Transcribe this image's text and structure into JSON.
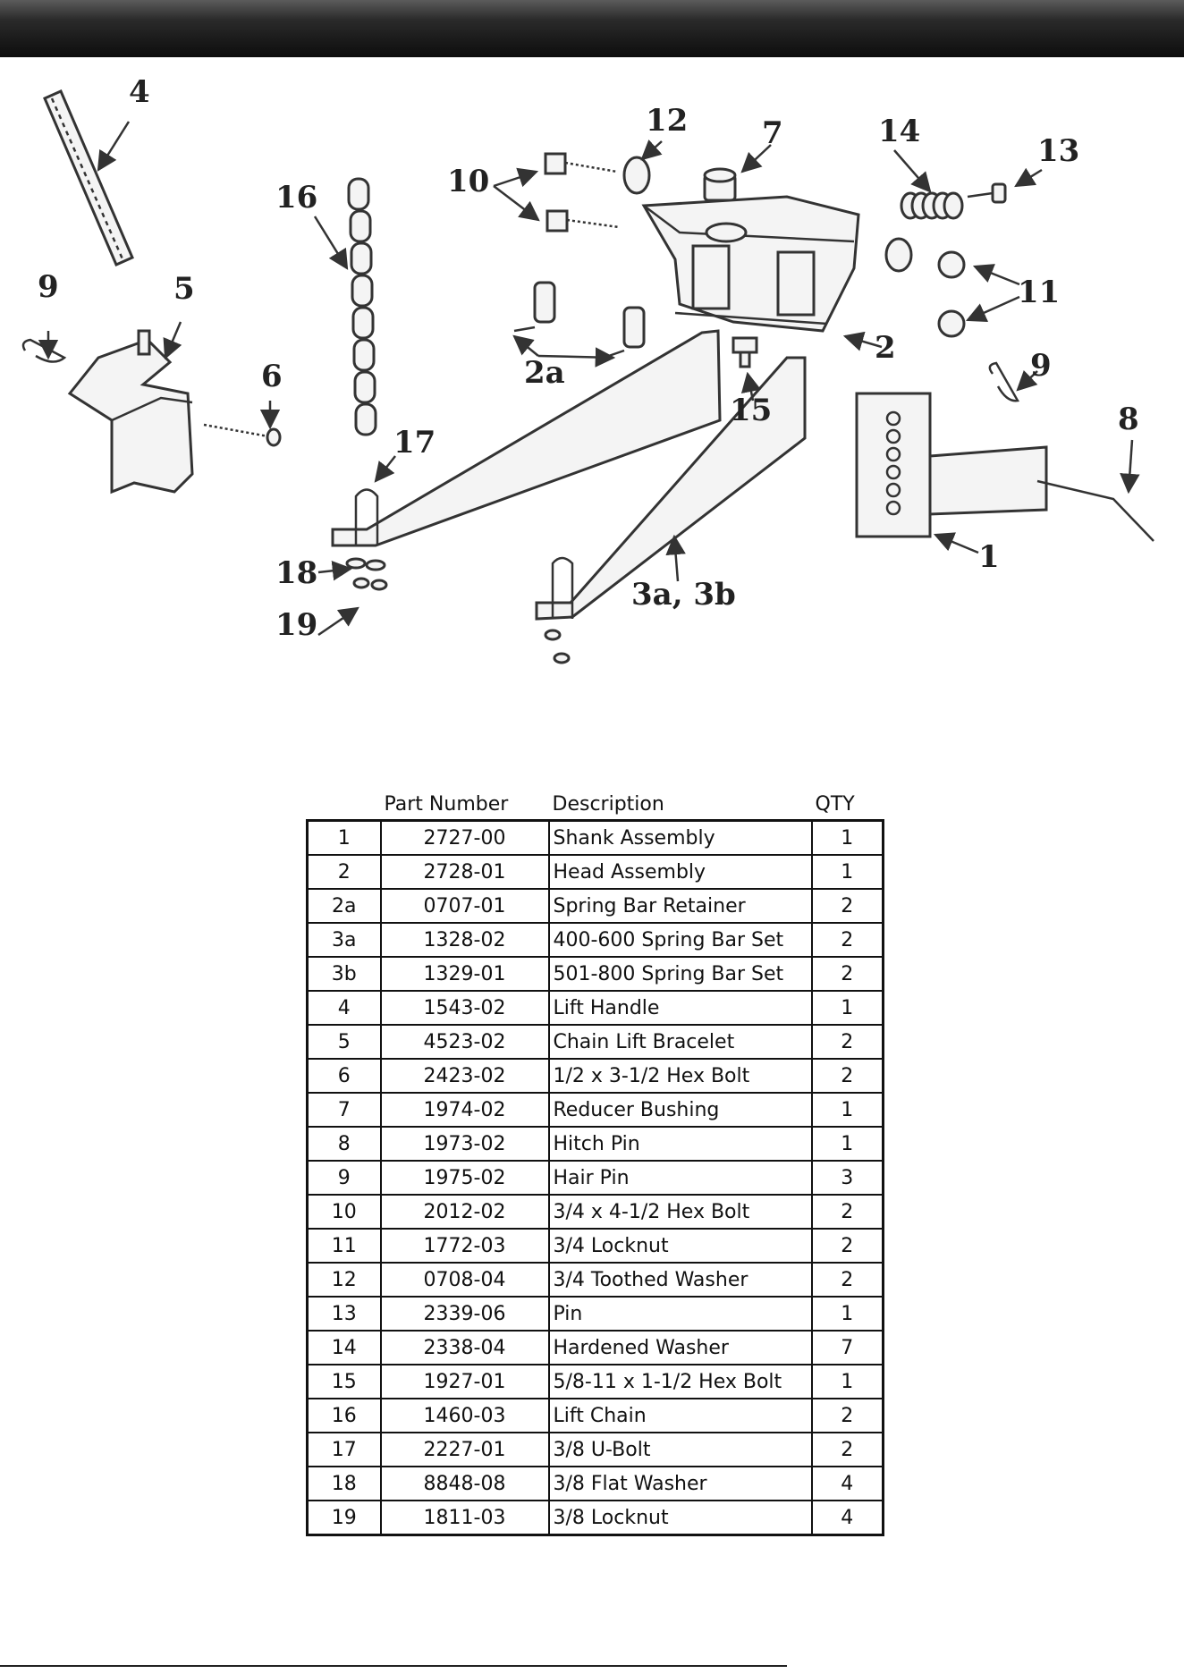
{
  "callouts": [
    "1",
    "2",
    "2a",
    "3a, 3b",
    "4",
    "5",
    "6",
    "7",
    "8",
    "9",
    "9",
    "10",
    "11",
    "12",
    "13",
    "14",
    "15",
    "16",
    "17",
    "18",
    "19"
  ],
  "table": {
    "headers": {
      "num": "",
      "part_number": "Part Number",
      "description": "Description",
      "qty": "QTY"
    },
    "rows": [
      {
        "num": "1",
        "pn": "2727-00",
        "desc": "Shank Assembly",
        "qty": "1"
      },
      {
        "num": "2",
        "pn": "2728-01",
        "desc": "Head Assembly",
        "qty": "1"
      },
      {
        "num": "2a",
        "pn": "0707-01",
        "desc": "Spring Bar Retainer",
        "qty": "2"
      },
      {
        "num": "3a",
        "pn": "1328-02",
        "desc": "400-600 Spring Bar Set",
        "qty": "2"
      },
      {
        "num": "3b",
        "pn": "1329-01",
        "desc": "501-800 Spring Bar Set",
        "qty": "2"
      },
      {
        "num": "4",
        "pn": "1543-02",
        "desc": "Lift Handle",
        "qty": "1"
      },
      {
        "num": "5",
        "pn": "4523-02",
        "desc": "Chain Lift Bracelet",
        "qty": "2"
      },
      {
        "num": "6",
        "pn": "2423-02",
        "desc": "1/2 x 3-1/2 Hex Bolt",
        "qty": "2"
      },
      {
        "num": "7",
        "pn": "1974-02",
        "desc": "Reducer Bushing",
        "qty": "1"
      },
      {
        "num": "8",
        "pn": "1973-02",
        "desc": "Hitch Pin",
        "qty": "1"
      },
      {
        "num": "9",
        "pn": "1975-02",
        "desc": "Hair Pin",
        "qty": "3"
      },
      {
        "num": "10",
        "pn": "2012-02",
        "desc": "3/4 x 4-1/2 Hex Bolt",
        "qty": "2"
      },
      {
        "num": "11",
        "pn": "1772-03",
        "desc": "3/4 Locknut",
        "qty": "2"
      },
      {
        "num": "12",
        "pn": "0708-04",
        "desc": "3/4 Toothed Washer",
        "qty": "2"
      },
      {
        "num": "13",
        "pn": "2339-06",
        "desc": "Pin",
        "qty": "1"
      },
      {
        "num": "14",
        "pn": "2338-04",
        "desc": "Hardened Washer",
        "qty": "7"
      },
      {
        "num": "15",
        "pn": "1927-01",
        "desc": "5/8-11 x 1-1/2 Hex Bolt",
        "qty": "1"
      },
      {
        "num": "16",
        "pn": "1460-03",
        "desc": "Lift Chain",
        "qty": "2"
      },
      {
        "num": "17",
        "pn": "2227-01",
        "desc": "3/8 U-Bolt",
        "qty": "2"
      },
      {
        "num": "18",
        "pn": "8848-08",
        "desc": "3/8 Flat Washer",
        "qty": "4"
      },
      {
        "num": "19",
        "pn": "1811-03",
        "desc": "3/8 Locknut",
        "qty": "4"
      }
    ]
  }
}
